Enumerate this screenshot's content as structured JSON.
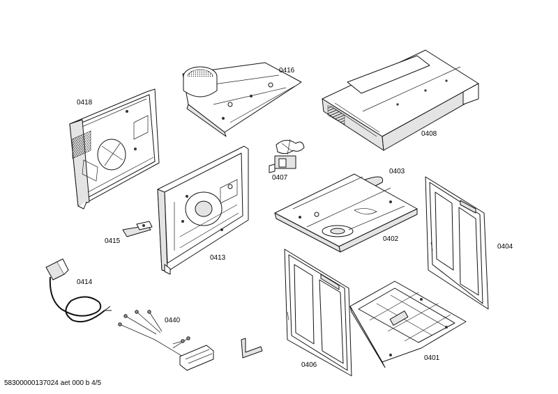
{
  "labels": {
    "p0401": "0401",
    "p0402": "0402",
    "p0403": "0403",
    "p0404": "0404",
    "p0406": "0406",
    "p0407": "0407",
    "p0408": "0408",
    "p0413": "0413",
    "p0414": "0414",
    "p0415": "0415",
    "p0416": "0416",
    "p0418": "0418",
    "p0440": "0440"
  },
  "footer": "58300000137024 aet 000 b 4/5"
}
